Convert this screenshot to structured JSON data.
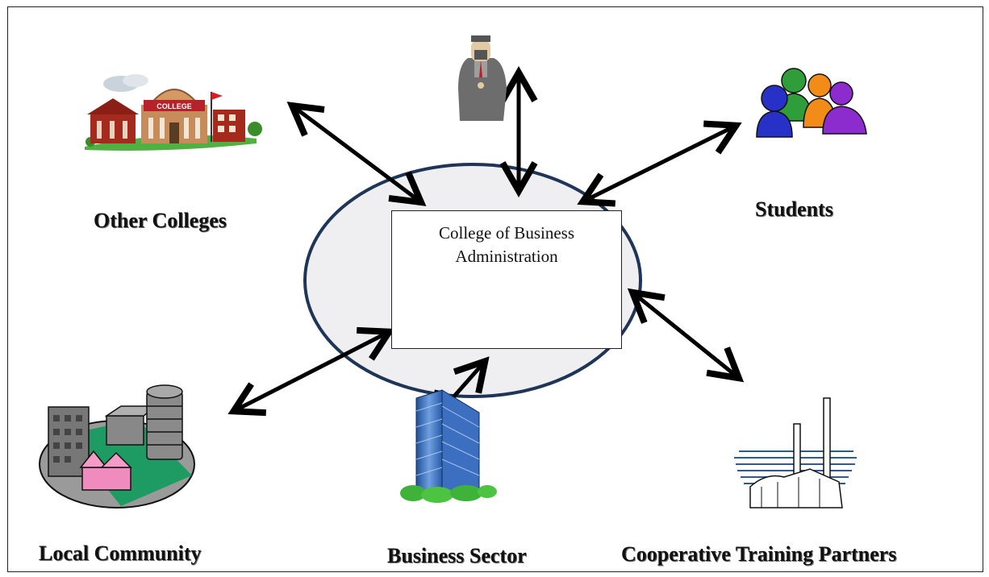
{
  "center": {
    "line1": "College of Business",
    "line2": "Administration"
  },
  "stakeholders": {
    "other_colleges": "Other Colleges",
    "students": "Students",
    "local_community": "Local Community",
    "business_sector": "Business Sector",
    "cooperative_training": "Cooperative Training Partners"
  },
  "icons": {
    "college_sign": "COLLEGE"
  }
}
